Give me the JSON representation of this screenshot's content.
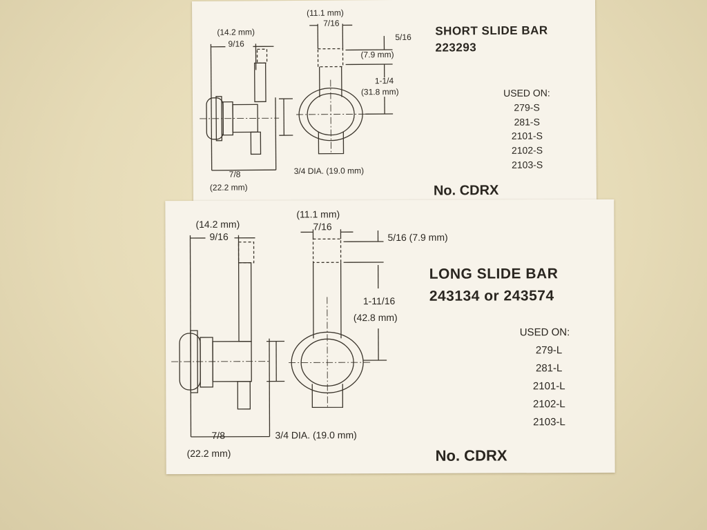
{
  "short_card": {
    "title_line1": "SHORT SLIDE BAR",
    "title_line2": "223293",
    "dim_top_mm": "(11.1 mm)",
    "dim_top": "7/16",
    "dim_left_mm": "(14.2 mm)",
    "dim_left": "9/16",
    "dim_right": "5/16",
    "dim_right_mm": "(7.9 mm)",
    "dim_len": "1-1/4",
    "dim_len_mm": "(31.8 mm)",
    "dim_bottom": "7/8",
    "dim_bottom_mm": "(22.2 mm)",
    "dim_dia": "3/4 DIA. (19.0 mm)",
    "used_on_label": "USED ON:",
    "used_on": [
      "279-S",
      "281-S",
      "2101-S",
      "2102-S",
      "2103-S"
    ],
    "part_no": "No. CDRX"
  },
  "long_card": {
    "title_line1": "LONG SLIDE BAR",
    "title_line2": "243134  or  243574",
    "dim_top_mm": "(11.1 mm)",
    "dim_top": "7/16",
    "dim_left_mm": "(14.2 mm)",
    "dim_left": "9/16",
    "dim_right": "5/16 (7.9 mm)",
    "dim_len": "1-11/16",
    "dim_len_mm": "(42.8 mm)",
    "dim_bottom": "7/8",
    "dim_bottom_mm": "(22.2 mm)",
    "dim_dia": "3/4 DIA. (19.0 mm)",
    "used_on_label": "USED ON:",
    "used_on": [
      "279-L",
      "281-L",
      "2101-L",
      "2102-L",
      "2103-L"
    ],
    "part_no": "No. CDRX"
  }
}
